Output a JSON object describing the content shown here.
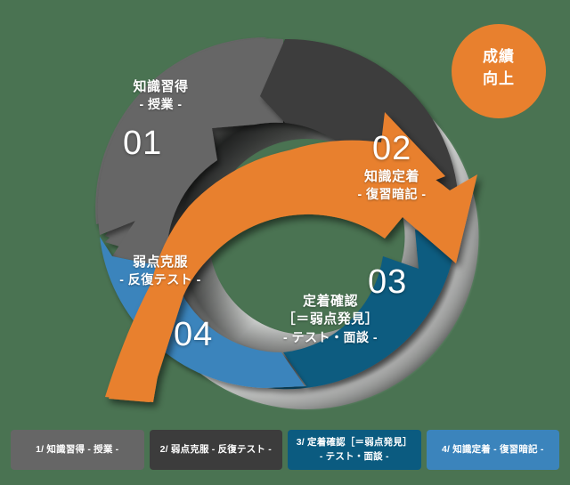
{
  "background_color": "#4a7352",
  "goal": {
    "line1": "成績",
    "line2": "向上",
    "color": "#e8802e"
  },
  "cycle": {
    "segments": [
      {
        "number": "01",
        "title": "知識習得",
        "subtitle": "- 授業 -",
        "color": "#666666"
      },
      {
        "number": "02",
        "title": "知識定着",
        "subtitle": "- 復習暗記 -",
        "color": "#3c3c3c"
      },
      {
        "number": "03",
        "title": "定着確認",
        "title2": "［＝弱点発見］",
        "subtitle": "- テスト・面談 -",
        "color": "#0b5b80"
      },
      {
        "number": "04",
        "title": "弱点克服",
        "subtitle": "- 反復テスト -",
        "color": "#3b84bc"
      }
    ],
    "arrow_color": "#e8802e"
  },
  "legend": {
    "items": [
      {
        "label": "1/ 知識習得 - 授業 -",
        "color": "#666666"
      },
      {
        "label": "2/ 弱点克服 - 反復テスト -",
        "color": "#3c3c3c"
      },
      {
        "label": "3/ 定着確認［＝弱点発見］",
        "label2": "- テスト・面談 -",
        "color": "#0b5b80"
      },
      {
        "label": "4/ 知識定着 - 復習暗記 -",
        "color": "#3b84bc"
      }
    ]
  }
}
